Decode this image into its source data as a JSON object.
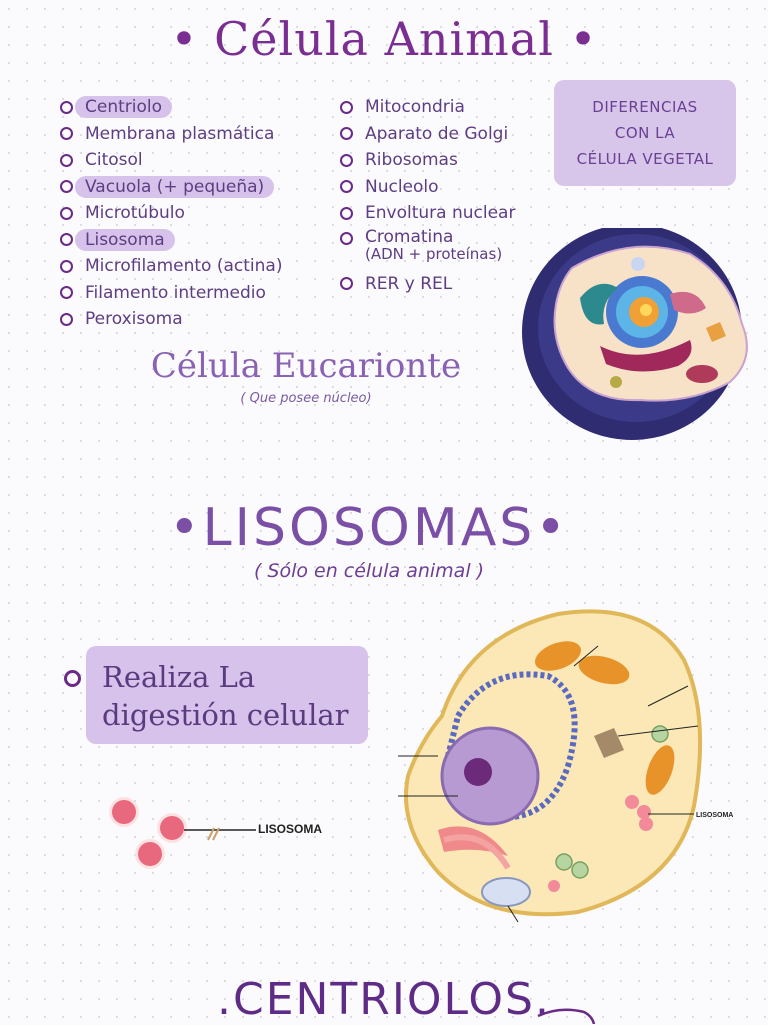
{
  "title": "• Célula Animal •",
  "list_left": [
    {
      "text": "Centriolo",
      "highlight": true
    },
    {
      "text": "Membrana plasmática",
      "highlight": false
    },
    {
      "text": "Citosol",
      "highlight": false
    },
    {
      "text": "Vacuola (+ pequeña)",
      "highlight": true
    },
    {
      "text": "Microtúbulo",
      "highlight": false
    },
    {
      "text": "Lisosoma",
      "highlight": true
    },
    {
      "text": "Microfilamento (actina)",
      "highlight": false
    },
    {
      "text": "Filamento intermedio",
      "highlight": false
    },
    {
      "text": "Peroxisoma",
      "highlight": false
    }
  ],
  "list_right": [
    {
      "text": "Mitocondria"
    },
    {
      "text": "Aparato de Golgi"
    },
    {
      "text": "Ribosomas"
    },
    {
      "text": "Nucleolo"
    },
    {
      "text": "Envoltura nuclear"
    },
    {
      "text": "Cromatina",
      "sub": "(ADN + proteínas)"
    },
    {
      "text": "RER y REL"
    }
  ],
  "differences_box": {
    "line1": "DIFERENCIAS",
    "line2": "CON LA",
    "line3": "CÉLULA VEGETAL"
  },
  "eucariote": {
    "title": "Célula Eucarionte",
    "subtitle": "( Que posee núcleo)"
  },
  "lisosomas": {
    "title": "•LISOSOMAS•",
    "subtitle": "( Sólo en célula animal )"
  },
  "function_box": {
    "line1": "Realiza La",
    "line2": "digestión celular"
  },
  "figure_labels": {
    "small": "LISOSOMA",
    "large": "LISOSOMA"
  },
  "centriolos": {
    "title": ".CENTRIOLOS."
  },
  "colors": {
    "accent": "#7a2e91",
    "highlight": "#d6c2ea",
    "text": "#5e3e82"
  }
}
